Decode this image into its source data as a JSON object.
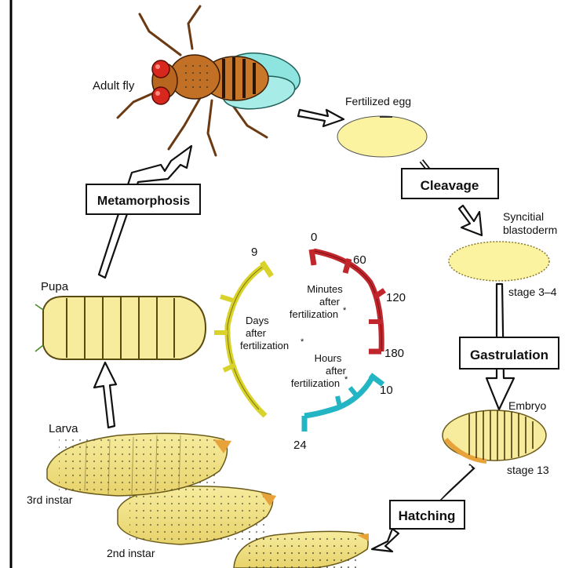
{
  "stages": {
    "adult": "Adult fly",
    "egg": "Fertilized egg",
    "syncitial_line1": "Syncitial",
    "syncitial_line2": "blastoderm",
    "stage34": "stage 3–4",
    "embryo": "Embryo",
    "stage13": "stage 13",
    "pupa": "Pupa",
    "larva": "Larva",
    "instar3": "3rd instar",
    "instar2": "2nd instar"
  },
  "processes": {
    "metamorphosis": "Metamorphosis",
    "cleavage": "Cleavage",
    "gastrulation": "Gastrulation",
    "hatching": "Hatching"
  },
  "clock": {
    "minutes": {
      "line1": "Minutes",
      "line2": "after",
      "line3": "fertilization",
      "star": "*",
      "t0": "0",
      "t60": "60",
      "t120": "120",
      "t180": "180",
      "color": "#c0262b"
    },
    "hours": {
      "line1": "Hours",
      "line2": "after",
      "line3": "fertilization",
      "star": "*",
      "t10": "10",
      "t24": "24",
      "color": "#23b5c4"
    },
    "days": {
      "line1": "Days",
      "line2": "after",
      "line3": "fertilization",
      "star": "*",
      "t9": "9",
      "color": "#d9d22a"
    }
  },
  "colors": {
    "egg_fill": "#fbf3a0",
    "larva_fill": "#f2e48a",
    "fly_body": "#c9782a",
    "fly_wing": "#8ee5e0",
    "fly_eye": "#d8281e"
  }
}
